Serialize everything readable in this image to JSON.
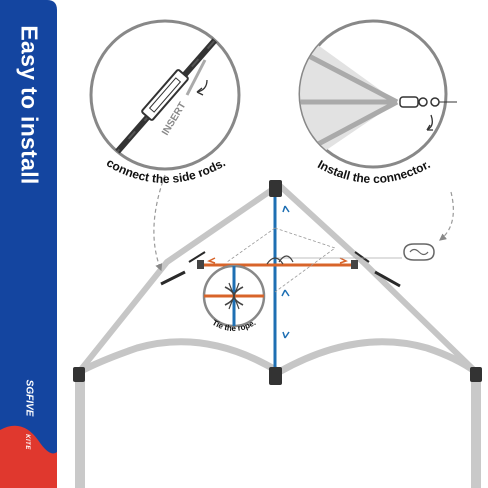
{
  "banner": {
    "title": "Easy to install",
    "brand": "SGFIVE",
    "brand_sub": "KITE",
    "colors": {
      "blue": "#1445a0",
      "red": "#e0382e"
    }
  },
  "callouts": {
    "rods": {
      "caption": "connect the side rods.",
      "tag": "INSERT"
    },
    "connector": {
      "caption": "Install the connector."
    },
    "rope": {
      "caption": "Tie the rope."
    }
  },
  "colors": {
    "rod_dark": "#2a2a2a",
    "spine": "#1e6fb3",
    "spreader": "#d8642a",
    "sail_line": "#b9b9b9",
    "circle": "#888888"
  }
}
